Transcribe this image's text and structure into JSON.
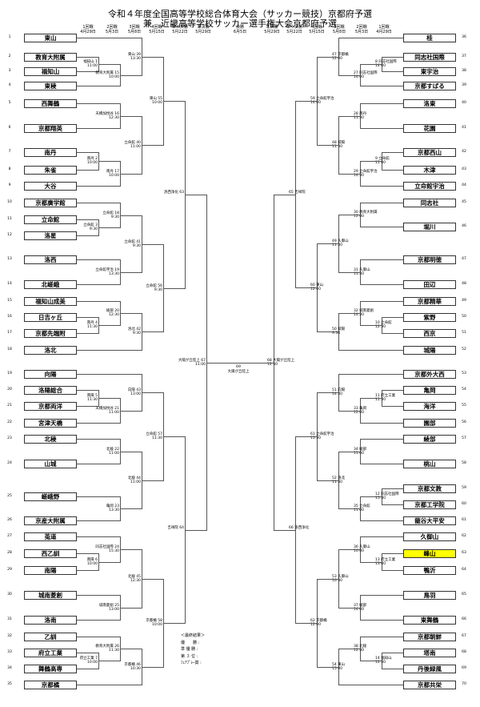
{
  "title": {
    "line1": "令和４年度全国高等学校総合体育大会（サッカー競技）京都府予選",
    "line2": "兼　近畿高等学校サッカー選手権大会京都府予選"
  },
  "round_headers_left": [
    {
      "name": "1回戦",
      "date": "4月29日"
    },
    {
      "name": "2回戦",
      "date": "5月3日"
    },
    {
      "name": "3回戦",
      "date": "5月8日"
    },
    {
      "name": "4回戦",
      "date": "5月15日"
    },
    {
      "name": "準々決勝",
      "date": "5月22日"
    },
    {
      "name": "準決勝",
      "date": "5月29日"
    }
  ],
  "final_header": {
    "name": "決勝",
    "date": "6月5日"
  },
  "round_headers_right": [
    {
      "name": "準決勝",
      "date": "5月29日"
    },
    {
      "name": "準々決勝",
      "date": "5月22日"
    },
    {
      "name": "4回戦",
      "date": "5月15日"
    },
    {
      "name": "3回戦",
      "date": "5月8日"
    },
    {
      "name": "2回戦",
      "date": "5月3日"
    },
    {
      "name": "1回戦",
      "date": "4月29日"
    }
  ],
  "left_teams": [
    {
      "seed": "1",
      "name": "東山"
    },
    {
      "seed": "2",
      "name": "教育大附属"
    },
    {
      "seed": "3",
      "name": "福知山"
    },
    {
      "seed": "4",
      "name": "東稜"
    },
    {
      "seed": "5",
      "name": "西舞鶴"
    },
    {
      "seed": "6",
      "name": "京都翔英"
    },
    {
      "seed": "7",
      "name": "南丹"
    },
    {
      "seed": "8",
      "name": "朱雀"
    },
    {
      "seed": "9",
      "name": "大谷"
    },
    {
      "seed": "10",
      "name": "京都廣学館"
    },
    {
      "seed": "11",
      "name": "立命館"
    },
    {
      "seed": "12",
      "name": "洛星"
    },
    {
      "seed": "13",
      "name": "洛西"
    },
    {
      "seed": "14",
      "name": "北嵯峨"
    },
    {
      "seed": "15",
      "name": "福知山成美"
    },
    {
      "seed": "16",
      "name": "日吉ヶ丘"
    },
    {
      "seed": "17",
      "name": "京都先端附"
    },
    {
      "seed": "18",
      "name": "洛北"
    },
    {
      "seed": "19",
      "name": "向陽"
    },
    {
      "seed": "20",
      "name": "洛陽総合"
    },
    {
      "seed": "21",
      "name": "京都両洋"
    },
    {
      "seed": "22",
      "name": "宮津天橋"
    },
    {
      "seed": "23",
      "name": "北稜"
    },
    {
      "seed": "24",
      "name": "山城"
    },
    {
      "seed": "25",
      "name": "嵯峨野"
    },
    {
      "seed": "26",
      "name": "京産大附属"
    },
    {
      "seed": "27",
      "name": "莵道"
    },
    {
      "seed": "28",
      "name": "西乙訓"
    },
    {
      "seed": "29",
      "name": "南陽"
    },
    {
      "seed": "30",
      "name": "城南菱創"
    },
    {
      "seed": "31",
      "name": "洛南"
    },
    {
      "seed": "32",
      "name": "乙訓"
    },
    {
      "seed": "33",
      "name": "府立工業"
    },
    {
      "seed": "34",
      "name": "舞鶴高専"
    },
    {
      "seed": "35",
      "name": "京都橘"
    }
  ],
  "right_teams": [
    {
      "seed": "36",
      "name": "桂"
    },
    {
      "seed": "37",
      "name": "同志社国際"
    },
    {
      "seed": "38",
      "name": "東宇治"
    },
    {
      "seed": "39",
      "name": "京都すばる"
    },
    {
      "seed": "40",
      "name": "洛東"
    },
    {
      "seed": "41",
      "name": "花園"
    },
    {
      "seed": "42",
      "name": "京都西山"
    },
    {
      "seed": "43",
      "name": "木津"
    },
    {
      "seed": "44",
      "name": "立命館宇治"
    },
    {
      "seed": "45",
      "name": "同志社"
    },
    {
      "seed": "46",
      "name": "堀川"
    },
    {
      "seed": "47",
      "name": "京都明徳"
    },
    {
      "seed": "48",
      "name": "田辺"
    },
    {
      "seed": "49",
      "name": "京都精華"
    },
    {
      "seed": "50",
      "name": "紫野"
    },
    {
      "seed": "51",
      "name": "西京"
    },
    {
      "seed": "52",
      "name": "城陽"
    },
    {
      "seed": "53",
      "name": "京都外大西"
    },
    {
      "seed": "54",
      "name": "亀岡"
    },
    {
      "seed": "55",
      "name": "海洋"
    },
    {
      "seed": "56",
      "name": "園部"
    },
    {
      "seed": "57",
      "name": "綾部"
    },
    {
      "seed": "58",
      "name": "桃山"
    },
    {
      "seed": "59",
      "name": "京都文教"
    },
    {
      "seed": "60",
      "name": "京都工学院"
    },
    {
      "seed": "61",
      "name": "龍谷大平安"
    },
    {
      "seed": "62",
      "name": "久御山"
    },
    {
      "seed": "63",
      "name": "峰山",
      "highlight": true
    },
    {
      "seed": "64",
      "name": "鴨沂"
    },
    {
      "seed": "65",
      "name": "鳥羽"
    },
    {
      "seed": "66",
      "name": "東舞鶴"
    },
    {
      "seed": "67",
      "name": "京都朝鮮"
    },
    {
      "seed": "68",
      "name": "塔南"
    },
    {
      "seed": "69",
      "name": "丹後緑風"
    },
    {
      "seed": "70",
      "name": "京都共栄"
    }
  ],
  "matches_left": [
    {
      "no": "1",
      "round": 1,
      "a": "t2",
      "b": "t3",
      "winner": "福知山",
      "time": "11:00"
    },
    {
      "no": "2",
      "round": 1,
      "a": "t7",
      "b": "t8",
      "winner": "南丹",
      "time": "10:00"
    },
    {
      "no": "3",
      "round": 1,
      "a": "t11",
      "b": "t12",
      "winner": "立命館",
      "time": "9:30"
    },
    {
      "no": "4",
      "round": 1,
      "a": "t16",
      "b": "t17",
      "winner": "南丹",
      "time": "11:30"
    },
    {
      "no": "5",
      "round": 1,
      "a": "t20",
      "b": "t21",
      "winner": "南陽",
      "time": "11:30"
    },
    {
      "no": "6",
      "round": 1,
      "a": "t28",
      "b": "t29",
      "winner": "南陽",
      "time": "10:00"
    },
    {
      "no": "7",
      "round": 1,
      "a": "t33",
      "b": "t34",
      "winner": "府立工業",
      "time": "10:00"
    },
    {
      "no": "15",
      "round": 2,
      "a": "m1",
      "b": "t4",
      "winner": "教育大附属",
      "time": "10:00"
    },
    {
      "no": "16",
      "round": 2,
      "a": "t5",
      "b": "t6",
      "winner": "天橋加悦谷",
      "time": "12:30"
    },
    {
      "no": "17",
      "round": 2,
      "a": "m2",
      "b": "t9",
      "winner": "南丹",
      "time": "10:00"
    },
    {
      "no": "18",
      "round": 2,
      "a": "t10",
      "b": "m3",
      "winner": "立命館",
      "time": "9:30"
    },
    {
      "no": "19",
      "round": 2,
      "a": "t13",
      "b": "t14",
      "winner": "立命館宇治",
      "time": "13:30"
    },
    {
      "no": "20",
      "round": 2,
      "a": "t15",
      "b": "m4",
      "winner": "綾部",
      "time": "12:30"
    },
    {
      "no": "21",
      "round": 2,
      "a": "m5",
      "b": "t22",
      "winner": "天橋加悦谷",
      "time": "11:00"
    },
    {
      "no": "22",
      "round": 2,
      "a": "t23",
      "b": "t24",
      "winner": "北稜",
      "time": "11:00"
    },
    {
      "no": "23",
      "round": 2,
      "a": "t25",
      "b": "t26",
      "winner": "亀岡",
      "time": "13:30"
    },
    {
      "no": "24",
      "round": 2,
      "a": "t27",
      "b": "m6",
      "winner": "同志社国際",
      "time": "15:30"
    },
    {
      "no": "25",
      "round": 2,
      "a": "t30",
      "b": "t31",
      "winner": "城南菱創",
      "time": "13:00"
    },
    {
      "no": "26",
      "round": 2,
      "a": "t32",
      "b": "m7",
      "winner": "教育大附属",
      "time": "11:30"
    },
    {
      "no": "39",
      "round": 3,
      "a": "t1",
      "b": "m15",
      "winner": "東山",
      "time": "13:30"
    },
    {
      "no": "40",
      "round": 3,
      "a": "m16",
      "b": "m17",
      "winner": "立命館",
      "time": "11:00"
    },
    {
      "no": "41",
      "round": 3,
      "a": "m18",
      "b": "m19",
      "winner": "立命館",
      "time": "9:30"
    },
    {
      "no": "42",
      "round": 3,
      "a": "m20",
      "b": "t18",
      "winner": "洛北",
      "time": "9:30"
    },
    {
      "no": "43",
      "round": 3,
      "a": "t19",
      "b": "m21",
      "winner": "向陽",
      "time": "13:00"
    },
    {
      "no": "44",
      "round": 3,
      "a": "m22",
      "b": "m23",
      "winner": "北稜",
      "time": "11:00"
    },
    {
      "no": "45",
      "round": 3,
      "a": "m24",
      "b": "m25",
      "winner": "北稜",
      "time": "12:30"
    },
    {
      "no": "46",
      "round": 3,
      "a": "m26",
      "b": "t35",
      "winner": "京都橘",
      "time": "10:30"
    },
    {
      "no": "55",
      "round": 4,
      "a": "m39",
      "b": "m40",
      "winner": "東山",
      "time": "10:00"
    },
    {
      "no": "56",
      "round": 4,
      "a": "m41",
      "b": "m42",
      "winner": "立命館",
      "time": "9:30"
    },
    {
      "no": "57",
      "round": 4,
      "a": "m43",
      "b": "m44",
      "winner": "立命館",
      "time": "11:30"
    },
    {
      "no": "58",
      "round": 4,
      "a": "m45",
      "b": "m46",
      "winner": "京都橘",
      "time": "10:00"
    },
    {
      "no": "63",
      "round": 5,
      "a": "m55",
      "b": "m56",
      "winner": "洛西浄化",
      "time": ""
    },
    {
      "no": "64",
      "round": 5,
      "a": "m57",
      "b": "m58",
      "winner": "吉祥院",
      "time": ""
    },
    {
      "no": "67",
      "round": 6,
      "a": "m63",
      "b": "m64",
      "winner": "大陽が丘陸上",
      "time": "11:00"
    }
  ],
  "matches_right": [
    {
      "no": "8",
      "round": 1,
      "a": "t37",
      "b": "t38",
      "winner": "同志社国際",
      "time": "14:00"
    },
    {
      "no": "9",
      "round": 1,
      "a": "t42",
      "b": "t43",
      "winner": "立命館",
      "time": "11:00"
    },
    {
      "no": "10",
      "round": 1,
      "a": "t50",
      "b": "t51",
      "winner": "立命館",
      "time": "12:30"
    },
    {
      "no": "11",
      "round": 1,
      "a": "t54",
      "b": "t55",
      "winner": "府立工業",
      "time": "11:30"
    },
    {
      "no": "12",
      "round": 1,
      "a": "t59",
      "b": "t60",
      "winner": "同志社国際",
      "time": "15:30"
    },
    {
      "no": "13",
      "round": 1,
      "a": "t63",
      "b": "t64",
      "winner": "府立工業",
      "time": "13:00"
    },
    {
      "no": "14",
      "round": 1,
      "a": "t68",
      "b": "t69",
      "winner": "福知山",
      "time": "12:30"
    },
    {
      "no": "27",
      "round": 2,
      "a": "m8",
      "b": "t39",
      "winner": "同志社国際",
      "time": "14:00"
    },
    {
      "no": "28",
      "round": 2,
      "a": "t40",
      "b": "t41",
      "winner": "南丹",
      "time": "11:30"
    },
    {
      "no": "29",
      "round": 2,
      "a": "m9",
      "b": "t44",
      "winner": "立命館宇治",
      "time": "14:30"
    },
    {
      "no": "30",
      "round": 2,
      "a": "t45",
      "b": "t46",
      "winner": "教育大附属",
      "time": "12:00"
    },
    {
      "no": "31",
      "round": 2,
      "a": "t47",
      "b": "t48",
      "winner": "久御山",
      "time": "11:30"
    },
    {
      "no": "32",
      "round": 2,
      "a": "t49",
      "b": "m10",
      "winner": "城南菱創",
      "time": "14:30"
    },
    {
      "no": "33",
      "round": 2,
      "a": "m11",
      "b": "t56",
      "winner": "亀岡",
      "time": "12:00"
    },
    {
      "no": "34",
      "round": 2,
      "a": "t57",
      "b": "t58",
      "winner": "綾部",
      "time": "11:00"
    },
    {
      "no": "35",
      "round": 2,
      "a": "m12",
      "b": "t61",
      "winner": "立命館",
      "time": "11:00"
    },
    {
      "no": "36",
      "round": 2,
      "a": "t62",
      "b": "m13",
      "winner": "久御山",
      "time": "10:00"
    },
    {
      "no": "37",
      "round": 2,
      "a": "t65",
      "b": "t66",
      "winner": "綾部",
      "time": "14:00"
    },
    {
      "no": "38",
      "round": 2,
      "a": "t67",
      "b": "m14",
      "winner": "北稜",
      "time": "12:30"
    },
    {
      "no": "47",
      "round": 3,
      "a": "t36",
      "b": "m27",
      "winner": "京都橘",
      "time": "12:00"
    },
    {
      "no": "48",
      "round": 3,
      "a": "m28",
      "b": "m29",
      "winner": "城陽",
      "time": "11:30"
    },
    {
      "no": "49",
      "round": 3,
      "a": "m30",
      "b": "m31",
      "winner": "久御山",
      "time": "11:30"
    },
    {
      "no": "50",
      "round": 3,
      "a": "m32",
      "b": "t52",
      "winner": "城陽",
      "time": "9:30"
    },
    {
      "no": "51",
      "round": 3,
      "a": "t53",
      "b": "m33",
      "winner": "向陽",
      "time": "14:30"
    },
    {
      "no": "52",
      "round": 3,
      "a": "m34",
      "b": "m35",
      "winner": "洛北",
      "time": "11:30"
    },
    {
      "no": "53",
      "round": 3,
      "a": "m36",
      "b": "m37",
      "winner": "久御山",
      "time": "10:30"
    },
    {
      "no": "54",
      "round": 3,
      "a": "m38",
      "b": "t70",
      "winner": "東山",
      "time": "15:00"
    },
    {
      "no": "59",
      "round": 4,
      "a": "m47",
      "b": "m48",
      "winner": "立命館宇治",
      "time": "14:00"
    },
    {
      "no": "60",
      "round": 4,
      "a": "m49",
      "b": "m50",
      "winner": "東山",
      "time": "12:00"
    },
    {
      "no": "61",
      "round": 4,
      "a": "m51",
      "b": "m52",
      "winner": "立命館宇治",
      "time": "15:30"
    },
    {
      "no": "62",
      "round": 4,
      "a": "m53",
      "b": "m54",
      "winner": "京都橘",
      "time": "12:00"
    },
    {
      "no": "65",
      "round": 5,
      "a": "m59",
      "b": "m60",
      "winner": "吉祥院",
      "time": ""
    },
    {
      "no": "66",
      "round": 5,
      "a": "m61",
      "b": "m62",
      "winner": "洛西浄化",
      "time": ""
    },
    {
      "no": "68",
      "round": 6,
      "a": "m65",
      "b": "m66",
      "winner": "大陽が丘陸上",
      "time": "12:30"
    }
  ],
  "final": {
    "no": "69",
    "venue": "大陽が丘陸上"
  },
  "results": {
    "heading": "＜最終結果＞",
    "rows": [
      {
        "label": "優　　勝",
        "value": ""
      },
      {
        "label": "準 優 勝",
        "value": ""
      },
      {
        "label": "第 ３ 位",
        "value": ""
      },
      {
        "label": "ﾌｪｱﾌﾟﾚｰ賞",
        "value": ""
      }
    ]
  }
}
